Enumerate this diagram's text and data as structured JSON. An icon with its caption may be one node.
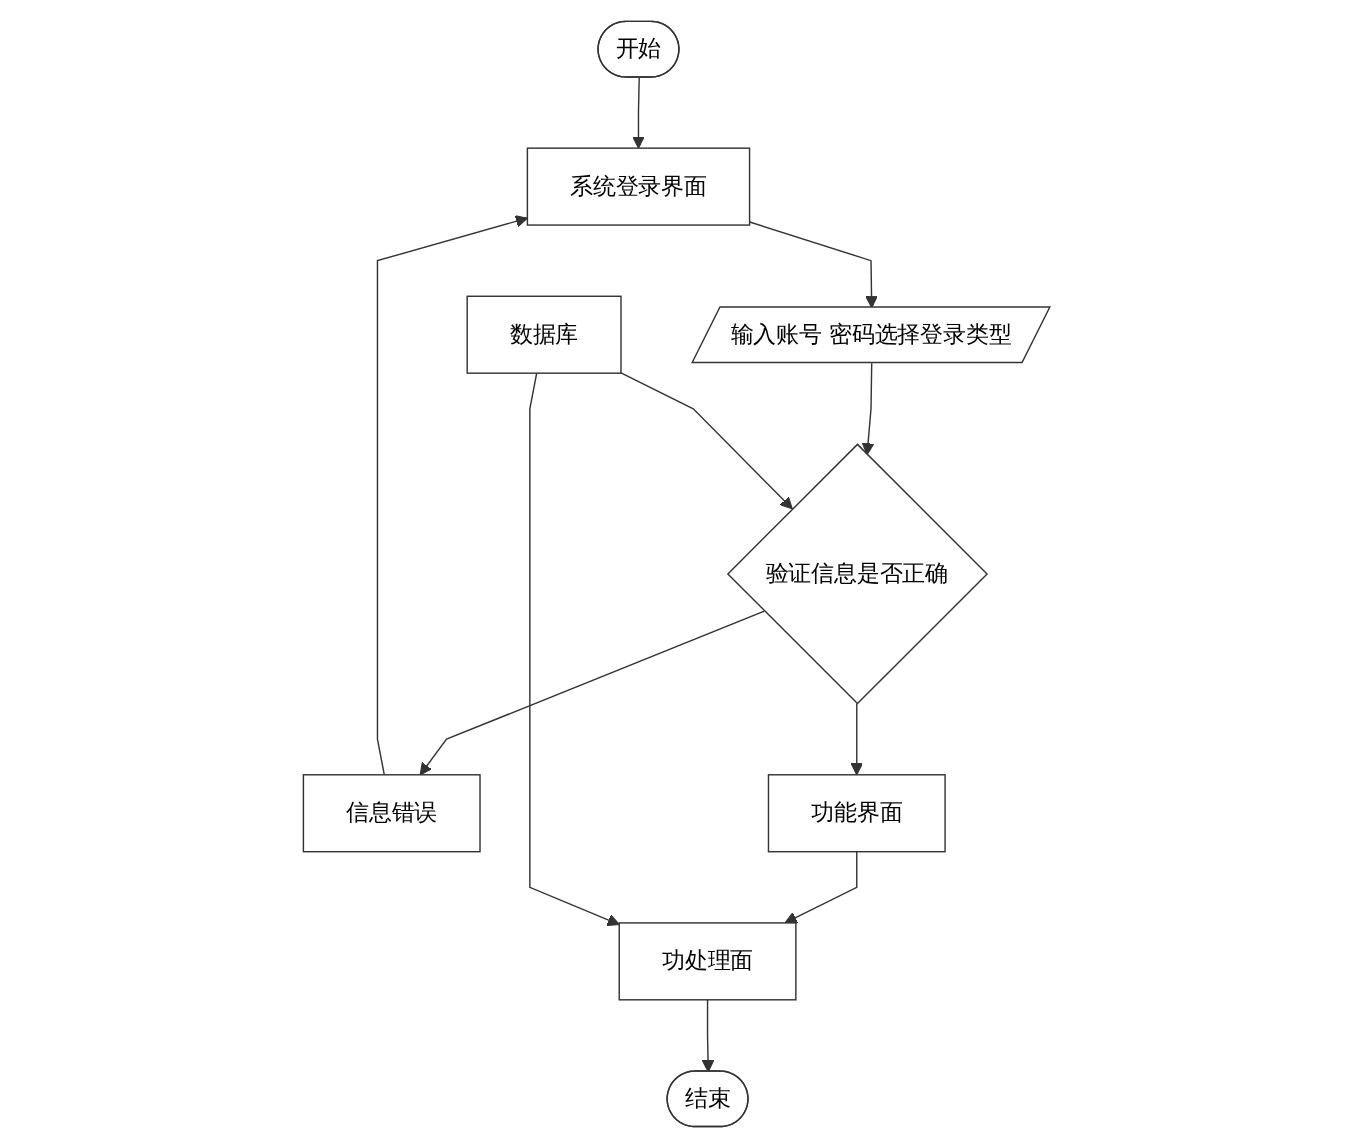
{
  "diagram": {
    "nodes": [
      {
        "text": [
          "开始"
        ]
      },
      {
        "text": [
          "系统登录界面"
        ]
      },
      {
        "text": [
          "输入账号 密码选择登录类型"
        ]
      },
      {
        "text": [
          "数据库"
        ]
      },
      {
        "text": [
          "验证信息是否正确"
        ]
      },
      {
        "text": [
          "信息错误"
        ]
      },
      {
        "text": [
          "功能界面"
        ]
      },
      {
        "text": [
          "功处理面"
        ]
      },
      {
        "text": [
          "结束"
        ]
      }
    ],
    "edges": [
      {
        "from": 0,
        "to": 1,
        "arrow": "to"
      },
      {
        "from": 1,
        "to": 2,
        "arrow": "to"
      },
      {
        "from": 2,
        "to": 4,
        "arrow": "to"
      },
      {
        "from": 3,
        "to": 4,
        "arrow": "to"
      },
      {
        "from": 4,
        "to": 5,
        "arrow": "to"
      },
      {
        "from": 5,
        "to": 1,
        "arrow": "to"
      },
      {
        "from": 4,
        "to": 6,
        "arrow": "to"
      },
      {
        "from": 6,
        "to": 7,
        "arrow": "to"
      },
      {
        "from": 3,
        "to": 7,
        "arrow": "to"
      },
      {
        "from": 7,
        "to": 8,
        "arrow": "to"
      }
    ]
  }
}
